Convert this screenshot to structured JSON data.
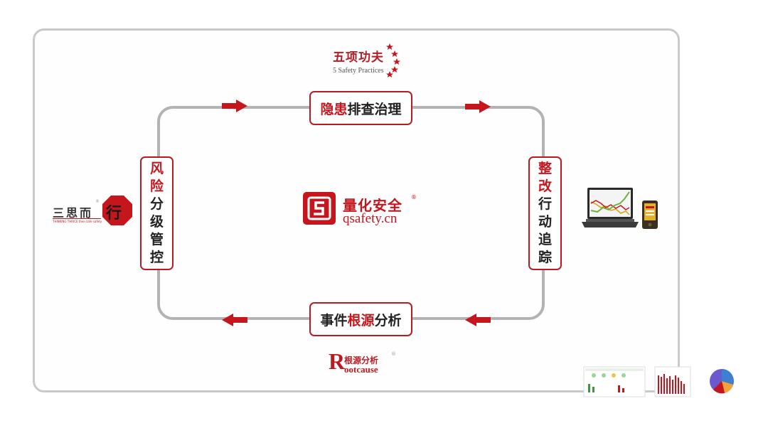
{
  "title": {
    "cn": "五项功夫",
    "en": "5 Safety Practices"
  },
  "steps": {
    "top": {
      "highlight": "隐患",
      "rest": "排查治理"
    },
    "right": {
      "highlight": [
        "整",
        "改"
      ],
      "rest": [
        "行",
        "动",
        "追",
        "踪"
      ]
    },
    "bottom": {
      "pre": "事件",
      "highlight": "根源",
      "post": "分析"
    },
    "left": {
      "highlight": [
        "风",
        "险"
      ],
      "rest": [
        "分",
        "级",
        "管",
        "控"
      ]
    }
  },
  "brand": {
    "cn": "量化安全",
    "reg": "®",
    "en": "qsafety.cn"
  },
  "rootcause": {
    "initial": "R",
    "cn": "根源分析",
    "en": "ootcause",
    "reg": "®"
  },
  "left_logo": {
    "text": "三思而",
    "badge": "行",
    "reg": "®",
    "sub": "THINKING THRICE  then safe safety"
  },
  "colors": {
    "accent": "#c4161c",
    "loop": "#b3b3b3"
  }
}
